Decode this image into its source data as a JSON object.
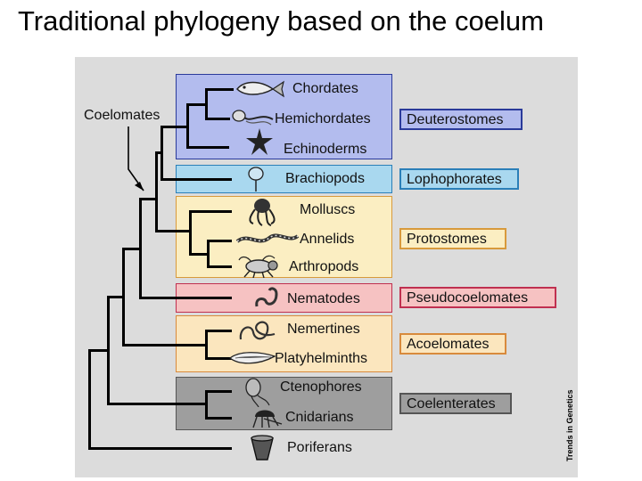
{
  "title": "Traditional phylogeny based on the coelum",
  "coelomates_label": "Coelomates",
  "credit": "Trends in Genetics",
  "taxa": {
    "chordates": "Chordates",
    "hemichordates": "Hemichordates",
    "echinoderms": "Echinoderms",
    "brachiopods": "Brachiopods",
    "molluscs": "Molluscs",
    "annelids": "Annelids",
    "arthropods": "Arthropods",
    "nematodes": "Nematodes",
    "nemertines": "Nemertines",
    "platyhelminths": "Platyhelminths",
    "ctenophores": "Ctenophores",
    "cnidarians": "Cnidarians",
    "poriferans": "Poriferans"
  },
  "groups": {
    "deuterostomes": "Deuterostomes",
    "lophophorates": "Lophophorates",
    "protostomes": "Protostomes",
    "pseudocoelomates": "Pseudocoelomates",
    "acoelomates": "Acoelomates",
    "coelenterates": "Coelenterates"
  },
  "colors": {
    "deuterostome_band": "#b3bcee",
    "deuterostome_border": "#2a3a9a",
    "lophophorate_band": "#a9d8ef",
    "lophophorate_border": "#2a7fb8",
    "protostome_band": "#fbeec2",
    "protostome_border": "#d89a3c",
    "pseudocoelomate_band": "#f6c2c2",
    "pseudocoelomate_border": "#c03050",
    "acoelomate_band": "#fbe6be",
    "acoelomate_border": "#d88a3c",
    "coelenterate_band": "#9e9e9e",
    "coelenterate_border": "#555555",
    "figure_background": "#dcdcdc"
  }
}
